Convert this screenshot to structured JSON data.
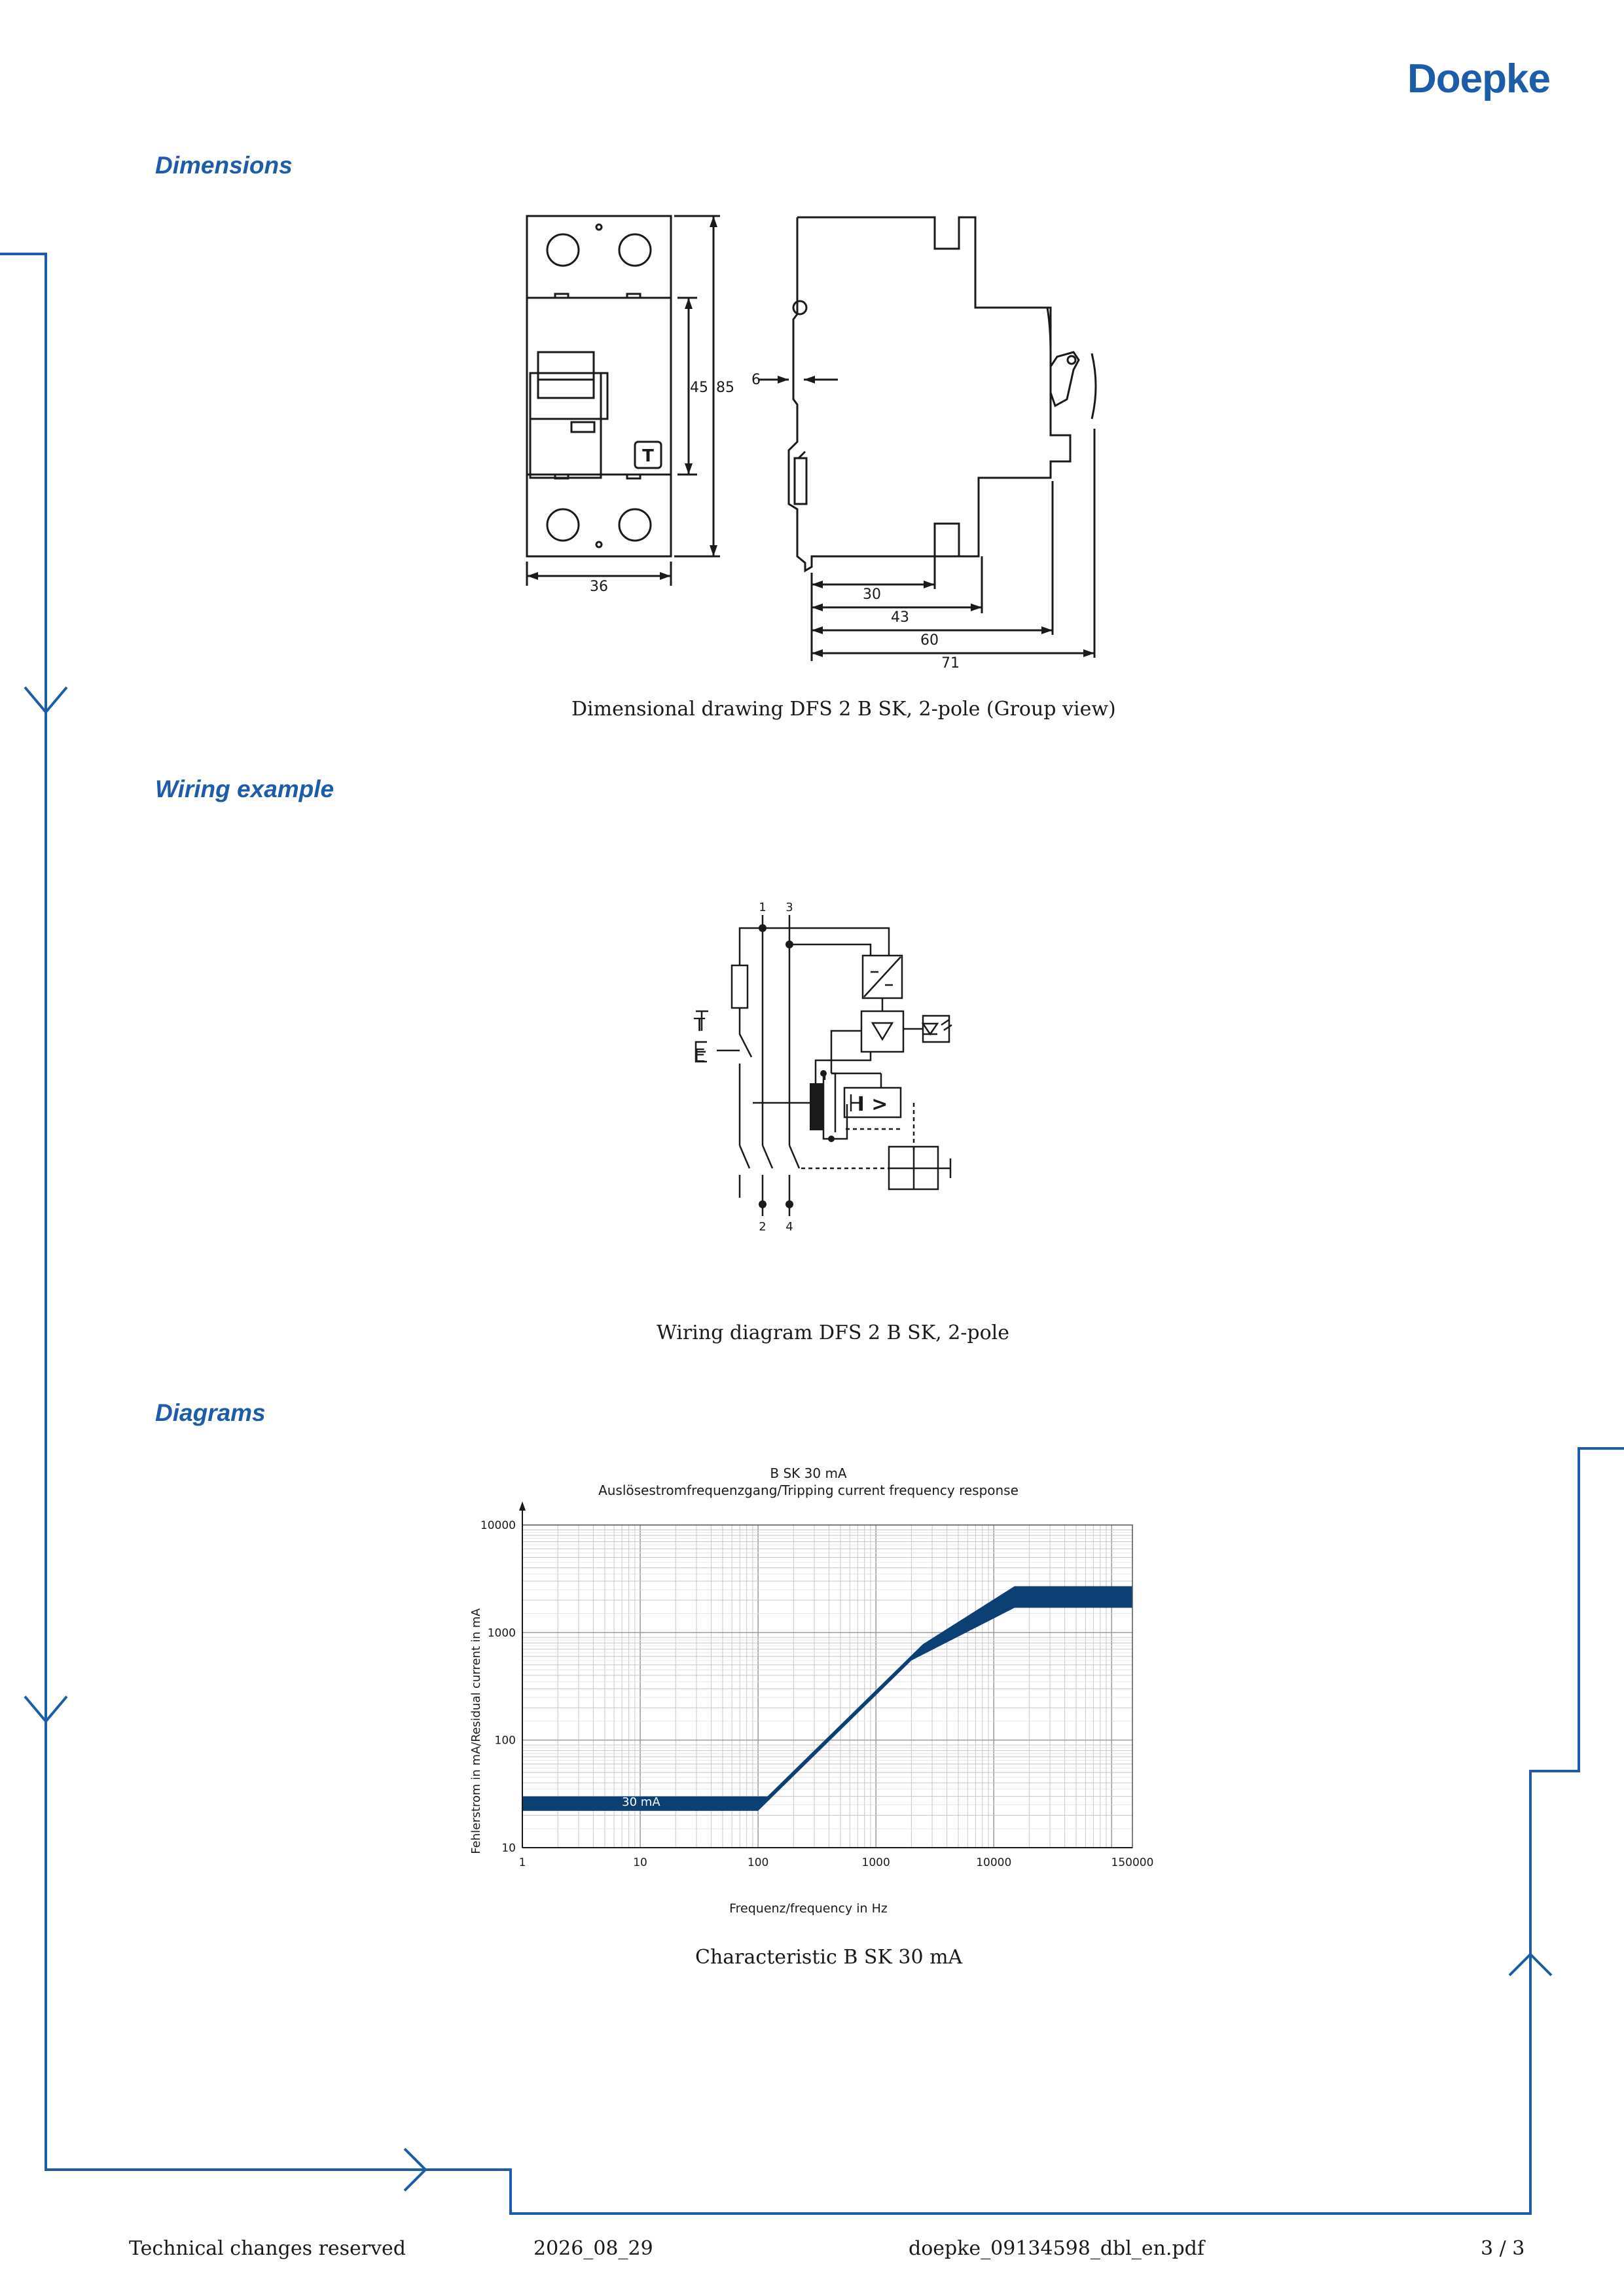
{
  "header": {
    "logo_text": "Doepke"
  },
  "sections": {
    "dimensions": {
      "heading": "Dimensions",
      "caption": "Dimensional drawing DFS 2 B SK, 2-pole (Group view)",
      "labels": {
        "d45": "45",
        "d85": "85",
        "d36": "36",
        "d6": "6",
        "d30": "30",
        "d43": "43",
        "d60": "60",
        "d71": "71",
        "test_key": "T"
      }
    },
    "wiring": {
      "heading": "Wiring example",
      "caption": "Wiring diagram DFS 2 B SK, 2-pole",
      "terminals": {
        "t1": "1",
        "t3": "3",
        "t2": "2",
        "t4": "4"
      },
      "test_label": "T",
      "earth_label": "E",
      "comparator_label": "I >"
    },
    "diagrams": {
      "heading": "Diagrams",
      "caption": "Characteristic B SK 30 mA"
    }
  },
  "chart_data": {
    "type": "area",
    "title": "B SK 30 mA",
    "subtitle": "Auslösestromfrequenzgang/Tripping current frequency response",
    "xlabel": "Frequenz/frequency in Hz",
    "ylabel": "Fehlerstrom in mA/Residual current in mA",
    "x_scale": "log",
    "y_scale": "log",
    "xlim": [
      1,
      150000
    ],
    "ylim": [
      10,
      10000
    ],
    "x_ticks": [
      "1",
      "10",
      "100",
      "1000",
      "10000",
      "150000"
    ],
    "y_ticks": [
      "10",
      "100",
      "1000",
      "10000"
    ],
    "grid": true,
    "band_color": "#0c3f73",
    "band_label": "30 mA",
    "series": [
      {
        "name": "",
        "x": [
          1,
          100,
          2000,
          15000,
          150000
        ],
        "values": [
          22,
          22,
          550,
          1700,
          1700
        ]
      },
      {
        "name": "",
        "x": [
          1,
          120,
          2500,
          15000,
          150000
        ],
        "values": [
          30,
          30,
          780,
          2700,
          2700
        ]
      }
    ]
  },
  "footer": {
    "left": "Technical changes reserved",
    "date": "2026_08_29",
    "file": "doepke_09134598_dbl_en.pdf",
    "page": "3 / 3"
  }
}
